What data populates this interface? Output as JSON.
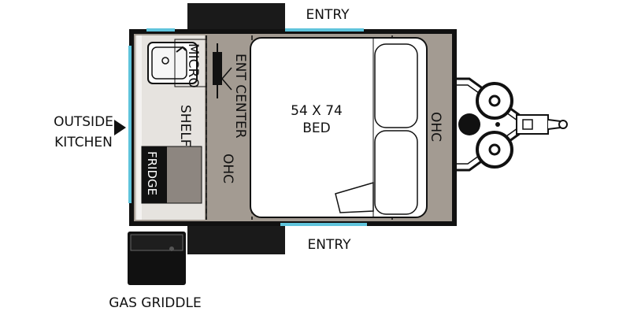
{
  "labels": {
    "entry_top": "ENTRY",
    "entry_bottom": "ENTRY",
    "outside_kitchen_line1": "OUTSIDE",
    "outside_kitchen_line2": "KITCHEN",
    "micro": "MICRO",
    "shelf": "SHELF",
    "ent_center": "ENT CENTER",
    "bed_size": "54 X 74",
    "bed": "BED",
    "ohc_left": "OHC",
    "ohc_right": "OHC",
    "fridge": "FRIDGE",
    "gas_griddle": "GAS GRIDDLE"
  },
  "colors": {
    "wall": "#111111",
    "interior": "#a39b92",
    "floor_light": "#e6e3df",
    "window": "#5fc4dc",
    "bed": "#ffffff",
    "fender": "#1a1a1a"
  }
}
